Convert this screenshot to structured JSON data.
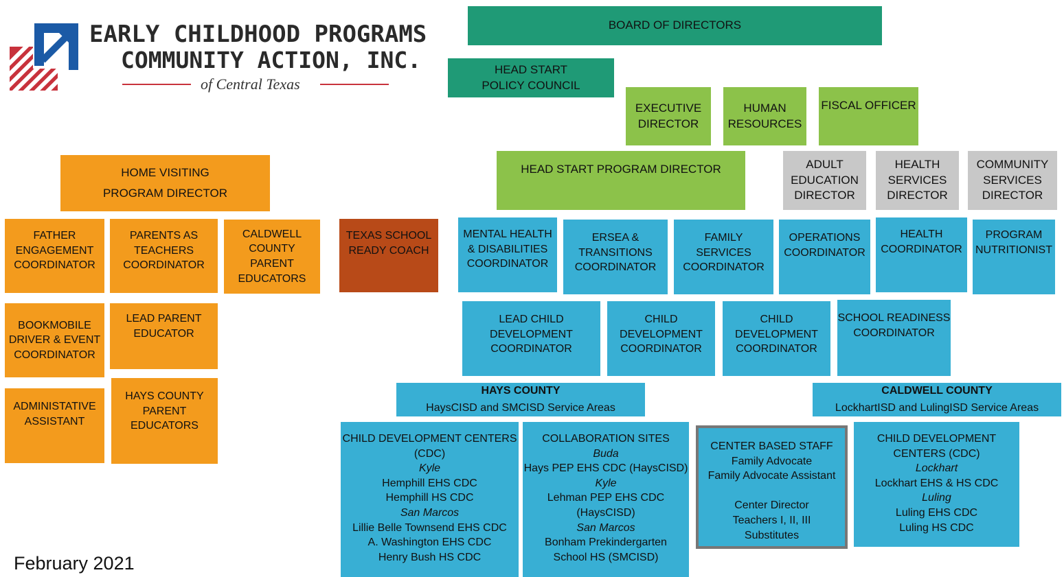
{
  "logo": {
    "line1": "EARLY CHILDHOOD PROGRAMS",
    "line2": "COMMUNITY ACTION, INC.",
    "sub": "of Central Texas",
    "colors": {
      "blue": "#1b5aa6",
      "red": "#c8323c"
    }
  },
  "date": "February 2021",
  "colors": {
    "teal": "#1f9a76",
    "green": "#8cc24a",
    "gray": "#c8c8c8",
    "orange": "#f39b1d",
    "rust": "#b84a18",
    "blue": "#38afd4"
  },
  "nodes": {
    "board": [
      "BOARD OF DIRECTORS"
    ],
    "policy_council": [
      "HEAD START",
      "POLICY COUNCIL"
    ],
    "executive_director": [
      "EXECUTIVE",
      "DIRECTOR"
    ],
    "human_resources": [
      "HUMAN",
      "RESOURCES"
    ],
    "fiscal_officer": [
      "FISCAL OFFICER"
    ],
    "head_start_director": [
      "HEAD START PROGRAM DIRECTOR"
    ],
    "adult_education_director": [
      "ADULT",
      "EDUCATION",
      "DIRECTOR"
    ],
    "health_services_director": [
      "HEALTH",
      "SERVICES",
      "DIRECTOR"
    ],
    "community_services_director": [
      "COMMUNITY",
      "SERVICES",
      "DIRECTOR"
    ],
    "home_visiting_director": [
      "HOME VISITING",
      "PROGRAM DIRECTOR"
    ],
    "father_engagement": [
      "FATHER",
      "ENGAGEMENT",
      "COORDINATOR"
    ],
    "parents_as_teachers": [
      "PARENTS AS",
      "TEACHERS",
      "COORDINATOR"
    ],
    "caldwell_parent_educators": [
      "CALDWELL",
      "COUNTY",
      "PARENT",
      "EDUCATORS"
    ],
    "texas_school_ready": [
      "TEXAS SCHOOL",
      "READY COACH"
    ],
    "bookmobile": [
      "BOOKMOBILE",
      "DRIVER & EVENT",
      "COORDINATOR"
    ],
    "lead_parent_educator": [
      "LEAD PARENT",
      "EDUCATOR"
    ],
    "administrative_assistant": [
      "ADMINISTATIVE",
      "ASSISTANT"
    ],
    "hays_parent_educators": [
      "HAYS COUNTY",
      "PARENT",
      "EDUCATORS"
    ],
    "mental_health": [
      "MENTAL HEALTH",
      "& DISABILITIES",
      "COORDINATOR"
    ],
    "ersea": [
      "ERSEA &",
      "TRANSITIONS",
      "COORDINATOR"
    ],
    "family_services": [
      "FAMILY",
      "SERVICES",
      "COORDINATOR"
    ],
    "operations": [
      "OPERATIONS",
      "COORDINATOR"
    ],
    "health_coordinator": [
      "HEALTH",
      "COORDINATOR"
    ],
    "nutritionist": [
      "PROGRAM",
      "NUTRITIONIST"
    ],
    "lead_child_dev": [
      "LEAD CHILD",
      "DEVELOPMENT",
      "COORDINATOR"
    ],
    "child_dev_1": [
      "CHILD",
      "DEVELOPMENT",
      "COORDINATOR"
    ],
    "child_dev_2": [
      "CHILD",
      "DEVELOPMENT",
      "COORDINATOR"
    ],
    "school_readiness": [
      "SCHOOL READINESS",
      "COORDINATOR"
    ],
    "hays_county": {
      "title": "HAYS COUNTY",
      "sub": "HaysCISD and SMCISD Service Areas"
    },
    "caldwell_county": {
      "title": "CALDWELL COUNTY",
      "sub": "LockhartISD and LulingISD Service Areas"
    },
    "cdc_hays": {
      "title": [
        "CHILD DEVELOPMENT CENTERS",
        "(CDC)"
      ],
      "lines": [
        {
          "text": "Kyle",
          "italic": true
        },
        {
          "text": "Hemphill EHS CDC"
        },
        {
          "text": "Hemphill HS CDC"
        },
        {
          "text": "San Marcos",
          "italic": true
        },
        {
          "text": "Lillie Belle Townsend EHS CDC"
        },
        {
          "text": "A. Washington EHS CDC"
        },
        {
          "text": "Henry Bush HS CDC"
        }
      ]
    },
    "collaboration_sites": {
      "title": [
        "COLLABORATION SITES"
      ],
      "lines": [
        {
          "text": "Buda",
          "italic": true
        },
        {
          "text": "Hays PEP EHS CDC (HaysCISD)"
        },
        {
          "text": "Kyle",
          "italic": true
        },
        {
          "text": "Lehman PEP EHS CDC"
        },
        {
          "text": "(HaysCISD)"
        },
        {
          "text": "San Marcos",
          "italic": true
        },
        {
          "text": "Bonham Prekindergarten"
        },
        {
          "text": "School HS (SMCISD)"
        }
      ]
    },
    "center_based_staff": {
      "title": [
        "CENTER BASED STAFF"
      ],
      "lines": [
        {
          "text": "Family Advocate"
        },
        {
          "text": "Family Advocate Assistant"
        },
        {
          "text": ""
        },
        {
          "text": "Center Director"
        },
        {
          "text": "Teachers I, II, III"
        },
        {
          "text": "Substitutes"
        }
      ]
    },
    "cdc_caldwell": {
      "title": [
        "CHILD DEVELOPMENT",
        "CENTERS (CDC)"
      ],
      "lines": [
        {
          "text": "Lockhart",
          "italic": true
        },
        {
          "text": "Lockhart EHS & HS CDC"
        },
        {
          "text": "Luling",
          "italic": true
        },
        {
          "text": "Luling EHS CDC"
        },
        {
          "text": "Luling HS CDC"
        }
      ]
    }
  }
}
